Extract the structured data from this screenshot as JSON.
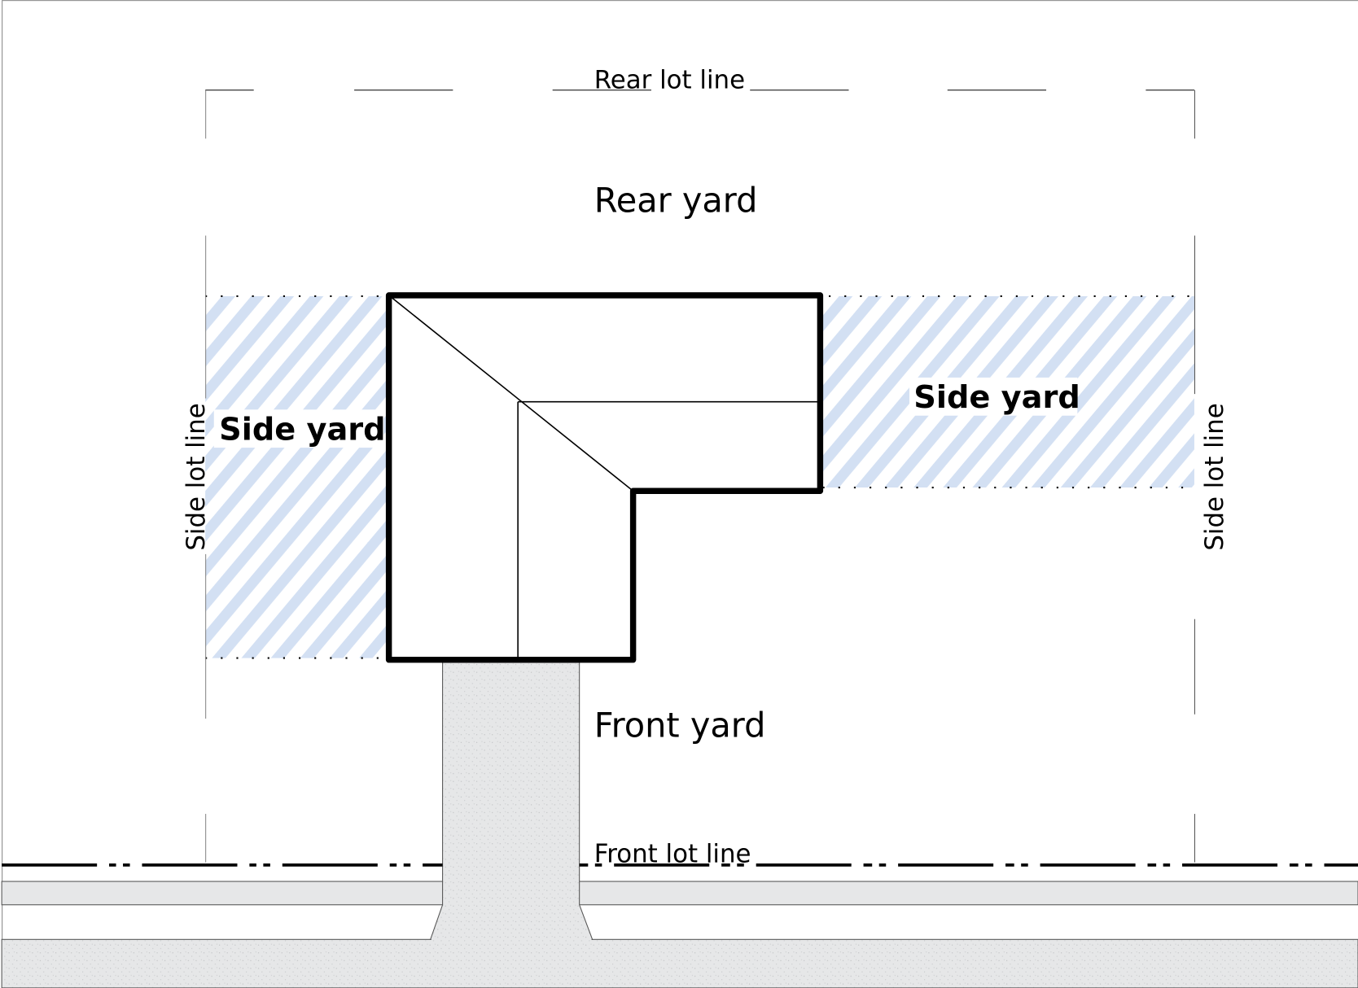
{
  "labels": {
    "rear_lot_line": "Rear lot line",
    "rear_yard": "Rear yard",
    "front_yard": "Front yard",
    "front_lot_line": "Front lot line",
    "side_yard_left": "Side yard",
    "side_yard_right": "Side yard",
    "side_lot_line_left": "Side lot line",
    "side_lot_line_right": "Side lot line"
  },
  "colors": {
    "hatch": "#d3e0f3",
    "pavement": "#e6e7e8",
    "building_stroke": "#000000"
  }
}
